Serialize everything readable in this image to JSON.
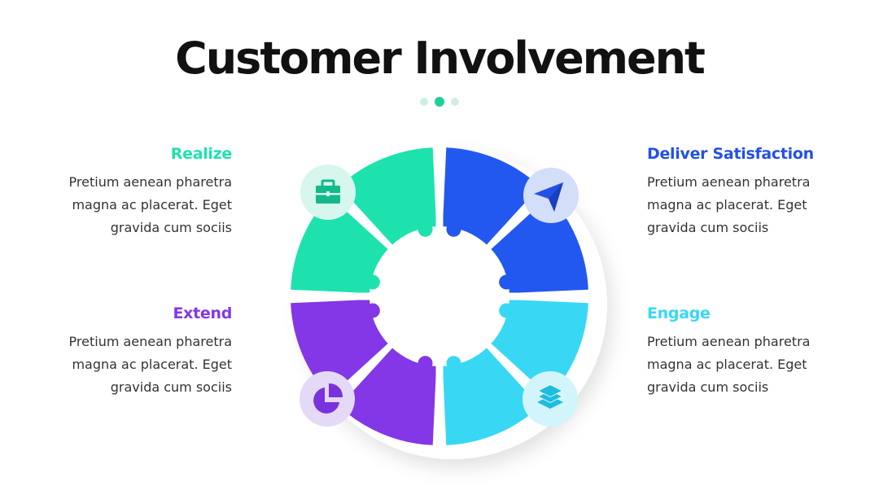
{
  "title": "Customer Involvement",
  "pagination": {
    "count": 3,
    "active": 1,
    "active_color": "#1fcf9c",
    "inactive_color": "#cfeee6"
  },
  "segments": [
    {
      "key": "realize",
      "title": "Realize",
      "text_lines": [
        "Pretium aenean pharetra",
        "magna ac placerat. Eget",
        "gravida cum sociis"
      ],
      "color": "#1de2ae",
      "icon": "briefcase-icon",
      "icon_bg": "#d7f6ee",
      "icon_color": "#13b98a"
    },
    {
      "key": "deliver",
      "title": "Deliver Satisfaction",
      "text_lines": [
        "Pretium aenean pharetra",
        "magna ac placerat. Eget",
        "gravida cum sociis"
      ],
      "color": "#2358f0",
      "icon": "send-icon",
      "icon_bg": "#d3def9",
      "icon_color": "#2350e6"
    },
    {
      "key": "extend",
      "title": "Extend",
      "text_lines": [
        "Pretium aenean pharetra",
        "magna ac placerat. Eget",
        "gravida cum sociis"
      ],
      "color": "#8337e6",
      "icon": "pie-chart-icon",
      "icon_bg": "#e5d9f8",
      "icon_color": "#7a32dd"
    },
    {
      "key": "engage",
      "title": "Engage",
      "text_lines": [
        "Pretium aenean pharetra",
        "magna ac placerat. Eget",
        "gravida cum sociis"
      ],
      "color": "#38d8f5",
      "icon": "layers-icon",
      "icon_bg": "#d2f4fb",
      "icon_color": "#1dbde0"
    }
  ]
}
